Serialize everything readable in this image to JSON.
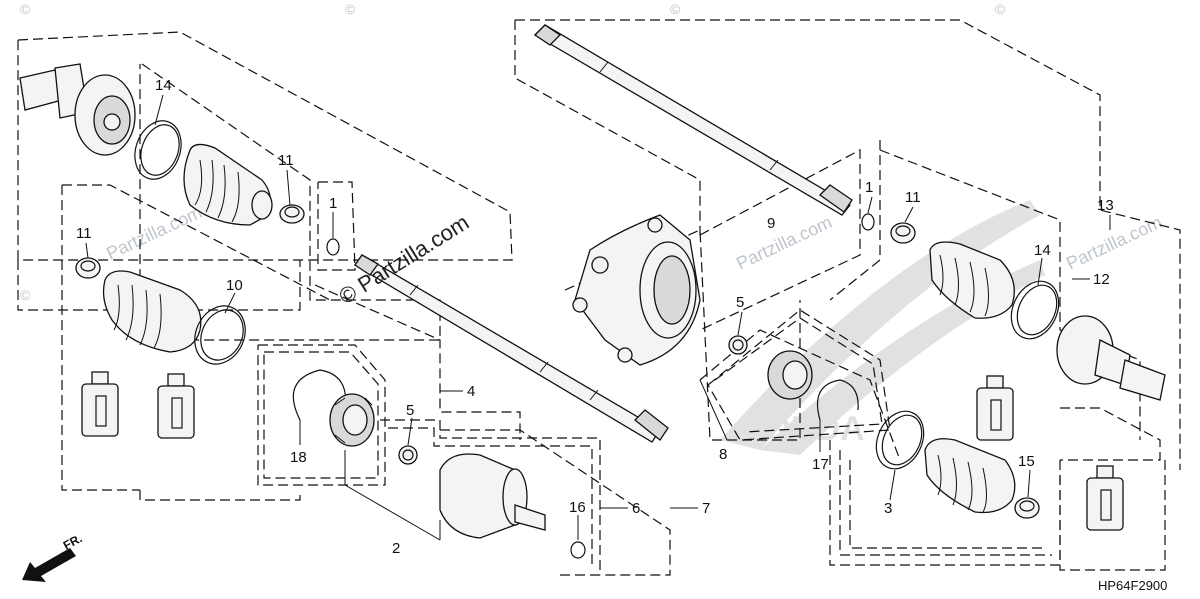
{
  "watermark": {
    "brand": "© Partzilla.com",
    "brand_small": "Partzilla.com",
    "copyright": "©"
  },
  "diagram_code": "HP64F2900",
  "direction_label": "FR.",
  "callouts": {
    "c1a": "1",
    "c1b": "1",
    "c2": "2",
    "c3": "3",
    "c4": "4",
    "c5a": "5",
    "c5b": "5",
    "c6": "6",
    "c7": "7",
    "c8": "8",
    "c9": "9",
    "c10": "10",
    "c11a": "11",
    "c11b": "11",
    "c11c": "11",
    "c12": "12",
    "c13": "13",
    "c14a": "14",
    "c14b": "14",
    "c15": "15",
    "c16": "16",
    "c17": "17",
    "c18": "18"
  }
}
